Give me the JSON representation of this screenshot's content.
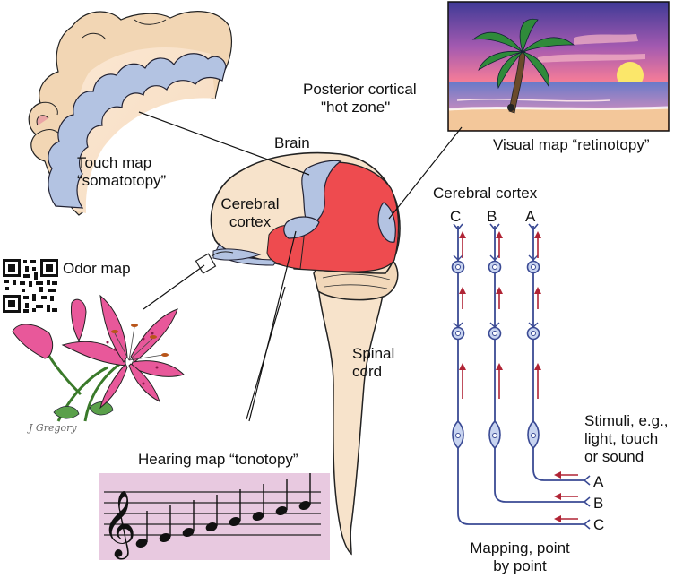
{
  "labels": {
    "posterior_line1": "Posterior cortical",
    "posterior_line2": "\"hot zone\"",
    "brain": "Brain",
    "cerebral_line1": "Cerebral",
    "cerebral_line2": "cortex",
    "touch_line1": "Touch map",
    "touch_line2": "“somatotopy”",
    "visual_map": "Visual map “retinotopy”",
    "odor_map": "Odor map",
    "hearing_map": "Hearing map “tonotopy”",
    "spinal_line1": "Spinal",
    "spinal_line2": "cord",
    "cortex_title": "Cerebral cortex",
    "stimuli_line1": "Stimuli, e.g.,",
    "stimuli_line2": "light, touch",
    "stimuli_line3": "or sound",
    "mapping_line1": "Mapping, point",
    "mapping_line2": "by point",
    "signature": "J Gregory"
  },
  "columns": {
    "top": [
      "C",
      "B",
      "A"
    ],
    "right": [
      "A",
      "B",
      "C"
    ]
  },
  "colors": {
    "hot_zone": "#ee4b4f",
    "map_blue": "#b3c3e2",
    "brain_tissue": "#f7e3cb",
    "pathway": "#3a4a94",
    "arrow": "#b02435",
    "staff_bg": "#e8c9e0",
    "lily": "#e8589a",
    "sunset_top": "#4a3a9a",
    "sunset_bottom": "#f39a60"
  }
}
